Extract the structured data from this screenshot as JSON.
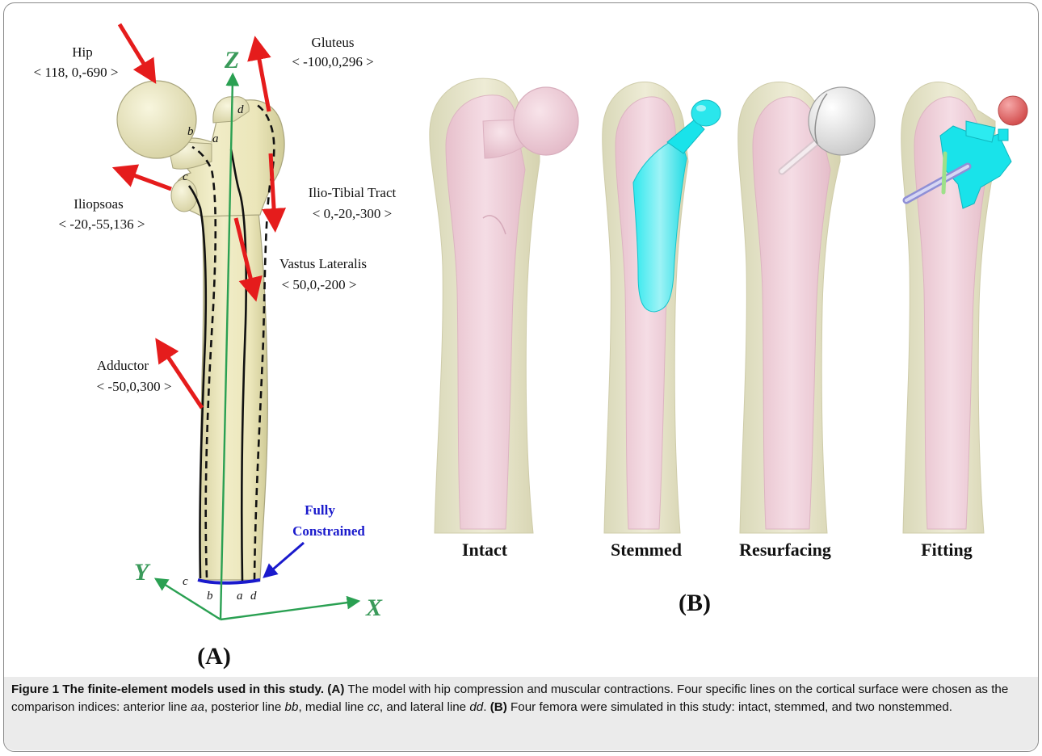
{
  "panel_a": {
    "label": "(A)",
    "axes": {
      "z": "Z",
      "y": "Y",
      "x": "X"
    },
    "loads": [
      {
        "name": "Hip",
        "vector": "< 118, 0,-690 >"
      },
      {
        "name": "Gluteus",
        "vector": "< -100,0,296 >"
      },
      {
        "name": "Iliopsoas",
        "vector": "< -20,-55,136 >"
      },
      {
        "name": "Ilio-Tibial Tract",
        "vector": "< 0,-20,-300 >"
      },
      {
        "name": "Vastus Lateralis",
        "vector": "< 50,0,-200 >"
      },
      {
        "name": "Adductor",
        "vector": "< -50,0,300 >"
      }
    ],
    "constraint_line1": "Fully",
    "constraint_line2": "Constrained",
    "line_letters_top": {
      "a": "a",
      "b": "b",
      "c": "c",
      "d": "d"
    },
    "line_letters_bottom": {
      "c": "c",
      "b": "b",
      "a": "a",
      "d": "d"
    }
  },
  "panel_b": {
    "label": "(B)",
    "models": [
      "Intact",
      "Stemmed",
      "Resurfacing",
      "Fitting"
    ]
  },
  "caption": {
    "figure_title": "Figure 1 The finite-element models used in this study.",
    "part_a_tag": "(A)",
    "part_a_text_1": " The model with hip compression and muscular contractions. Four specific lines on the cortical surface were chosen as the comparison indices: anterior line ",
    "aa": "aa",
    "sep1": ", posterior line ",
    "bb": "bb",
    "sep2": ", medial line ",
    "cc": "cc",
    "sep3": ", and lateral line ",
    "dd": "dd",
    "sep4": ". ",
    "part_b_tag": "(B)",
    "part_b_text": " Four femora were simulated in this study: intact, stemmed, and two nonstemmed."
  },
  "colors": {
    "bone": "#ece8bf",
    "bone_outline": "#a9a57e",
    "arrow": "#e51c1c",
    "axis": "#2aa052",
    "constraint": "#1a1acc",
    "translucent_pink": "#f0c9d6",
    "implant_cyan": "#19e3ea",
    "ceramic_head": "#f5f5f5",
    "red_head": "#e06868"
  }
}
